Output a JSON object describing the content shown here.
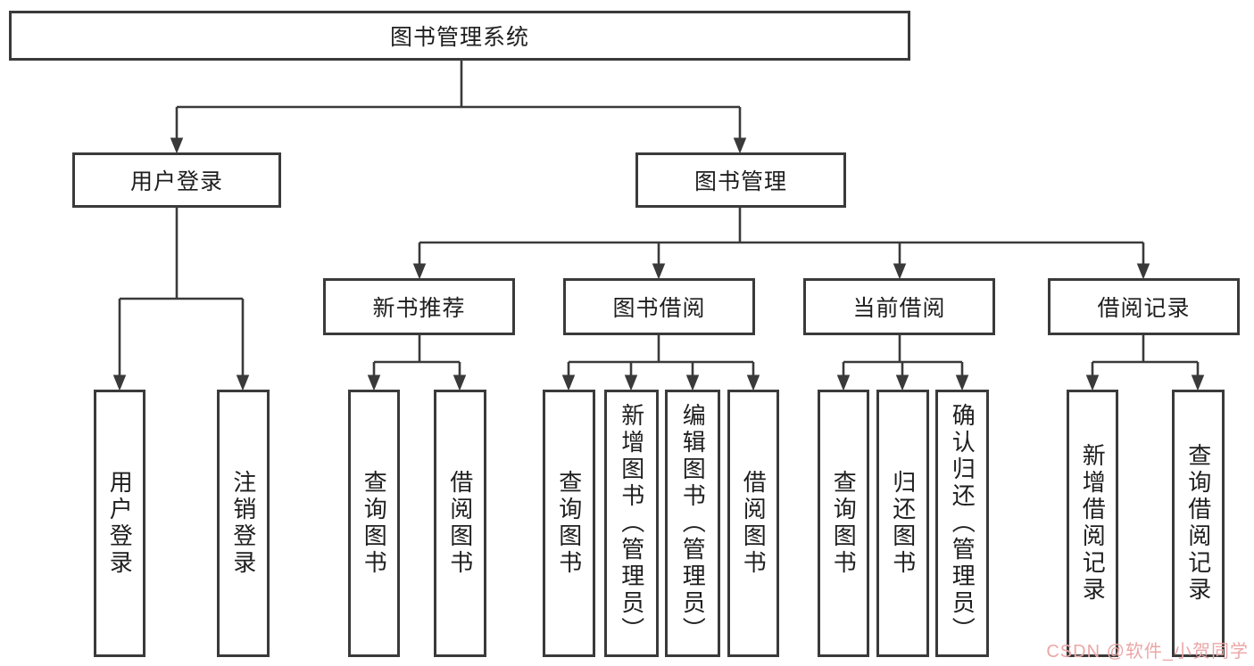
{
  "diagram": {
    "root": {
      "label": "图书管理系统"
    },
    "branches": [
      {
        "label": "用户登录",
        "children": [
          {
            "label": "用户登录"
          },
          {
            "label": "注销登录"
          }
        ]
      },
      {
        "label": "图书管理",
        "children": [
          {
            "label": "新书推荐",
            "children": [
              {
                "label": "查询图书"
              },
              {
                "label": "借阅图书"
              }
            ]
          },
          {
            "label": "图书借阅",
            "children": [
              {
                "label": "查询图书"
              },
              {
                "label": "新增图书（管理员）"
              },
              {
                "label": "编辑图书（管理员）"
              },
              {
                "label": "借阅图书"
              }
            ]
          },
          {
            "label": "当前借阅",
            "children": [
              {
                "label": "查询图书"
              },
              {
                "label": "归还图书"
              },
              {
                "label": "确认归还（管理员）"
              }
            ]
          },
          {
            "label": "借阅记录",
            "children": [
              {
                "label": "新增借阅记录"
              },
              {
                "label": "查询借阅记录"
              }
            ]
          }
        ]
      }
    ],
    "colors": {
      "line": "#3a3a3a",
      "text": "#1e1e1e",
      "background": "#ffffff",
      "watermark": "#eba7a7"
    }
  },
  "watermark": {
    "text": "CSDN @软件_小贺同学"
  }
}
